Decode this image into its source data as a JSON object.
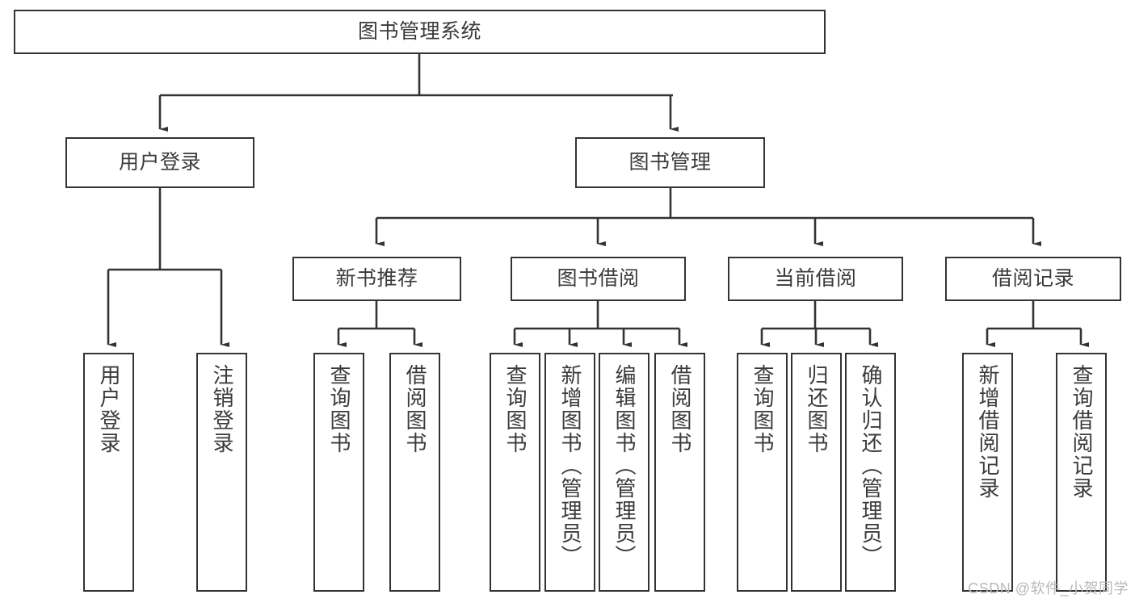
{
  "diagram": {
    "title": "图书管理系统",
    "type": "tree",
    "watermark": "CSDN @软件_小贺同学",
    "colors": {
      "box_border": "#333333",
      "box_fill": "#ffffff",
      "text": "#3b3b3b",
      "edge": "#333333",
      "watermark": "#b9b9b9",
      "background": "#ffffff"
    },
    "root": {
      "label": "图书管理系统"
    },
    "level2": [
      {
        "id": "user-login",
        "label": "用户登录"
      },
      {
        "id": "book-manage",
        "label": "图书管理"
      }
    ],
    "level3": [
      {
        "id": "new-book-recommend",
        "label": "新书推荐",
        "parent": "book-manage"
      },
      {
        "id": "book-borrow",
        "label": "图书借阅",
        "parent": "book-manage"
      },
      {
        "id": "current-borrow",
        "label": "当前借阅",
        "parent": "book-manage"
      },
      {
        "id": "borrow-record",
        "label": "借阅记录",
        "parent": "book-manage"
      }
    ],
    "leaves": [
      {
        "id": "leaf-user-login",
        "label": "用户登录",
        "parent": "user-login"
      },
      {
        "id": "leaf-logout",
        "label": "注销登录",
        "parent": "user-login"
      },
      {
        "id": "leaf-query-book-1",
        "label": "查询图书",
        "parent": "new-book-recommend"
      },
      {
        "id": "leaf-borrow-book-1",
        "label": "借阅图书",
        "parent": "new-book-recommend"
      },
      {
        "id": "leaf-query-book-2",
        "label": "查询图书",
        "parent": "book-borrow"
      },
      {
        "id": "leaf-add-book",
        "label": "新增图书（管理员）",
        "parent": "book-borrow"
      },
      {
        "id": "leaf-edit-book",
        "label": "编辑图书（管理员）",
        "parent": "book-borrow"
      },
      {
        "id": "leaf-borrow-book-2",
        "label": "借阅图书",
        "parent": "book-borrow"
      },
      {
        "id": "leaf-query-book-3",
        "label": "查询图书",
        "parent": "current-borrow"
      },
      {
        "id": "leaf-return-book",
        "label": "归还图书",
        "parent": "current-borrow"
      },
      {
        "id": "leaf-confirm-return",
        "label": "确认归还（管理员）",
        "parent": "current-borrow"
      },
      {
        "id": "leaf-add-record",
        "label": "新增借阅记录",
        "parent": "borrow-record"
      },
      {
        "id": "leaf-query-record",
        "label": "查询借阅记录",
        "parent": "borrow-record"
      }
    ]
  }
}
